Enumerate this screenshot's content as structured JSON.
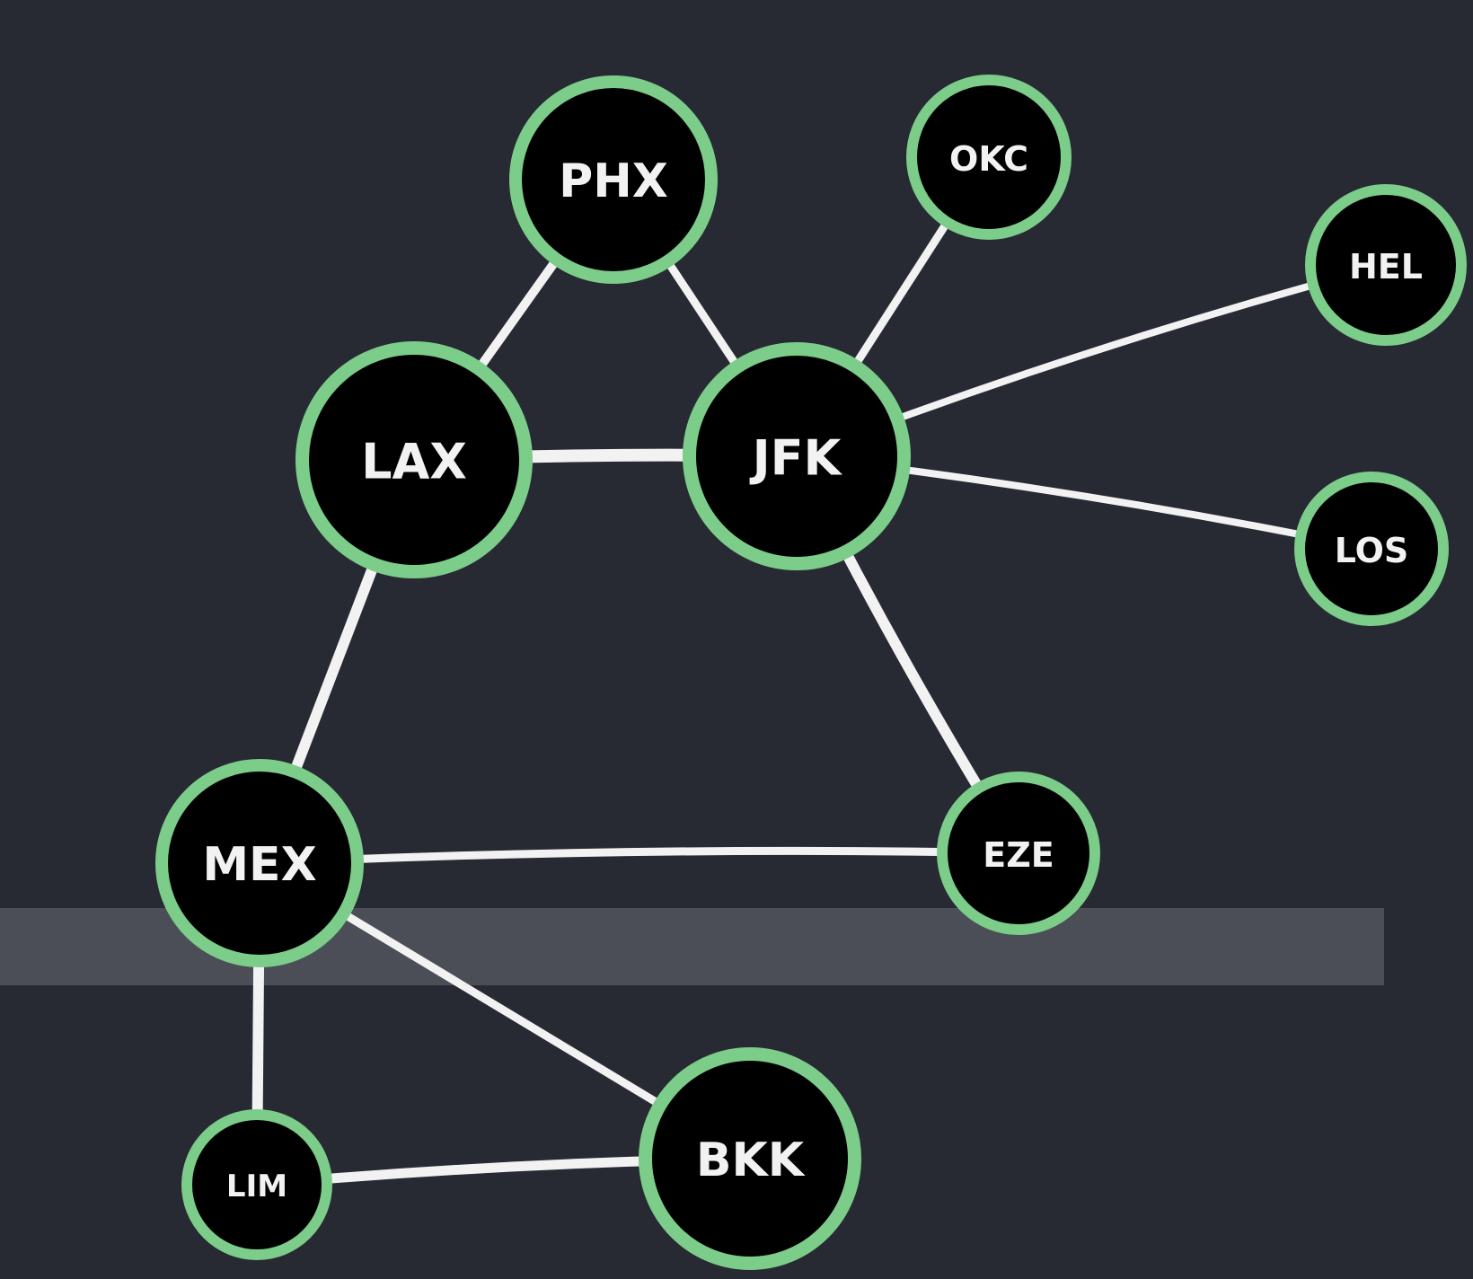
{
  "colors": {
    "background": "#272a33",
    "band": "#4b4e56",
    "edge": "#f2f2f2",
    "node_fill": "#000000",
    "node_ring": "#7ccc8a",
    "label": "#f2f2f2"
  },
  "nodes": [
    {
      "id": "PHX",
      "label": "PHX"
    },
    {
      "id": "OKC",
      "label": "OKC"
    },
    {
      "id": "HEL",
      "label": "HEL"
    },
    {
      "id": "LAX",
      "label": "LAX"
    },
    {
      "id": "JFK",
      "label": "JFK"
    },
    {
      "id": "LOS",
      "label": "LOS"
    },
    {
      "id": "MEX",
      "label": "MEX"
    },
    {
      "id": "EZE",
      "label": "EZE"
    },
    {
      "id": "LIM",
      "label": "LIM"
    },
    {
      "id": "BKK",
      "label": "BKK"
    }
  ],
  "edges": [
    {
      "from": "PHX",
      "to": "LAX"
    },
    {
      "from": "PHX",
      "to": "JFK"
    },
    {
      "from": "OKC",
      "to": "JFK"
    },
    {
      "from": "JFK",
      "to": "HEL"
    },
    {
      "from": "JFK",
      "to": "LOS"
    },
    {
      "from": "LAX",
      "to": "JFK"
    },
    {
      "from": "LAX",
      "to": "MEX"
    },
    {
      "from": "JFK",
      "to": "EZE"
    },
    {
      "from": "MEX",
      "to": "EZE"
    },
    {
      "from": "MEX",
      "to": "LIM"
    },
    {
      "from": "MEX",
      "to": "BKK"
    },
    {
      "from": "LIM",
      "to": "BKK"
    }
  ]
}
